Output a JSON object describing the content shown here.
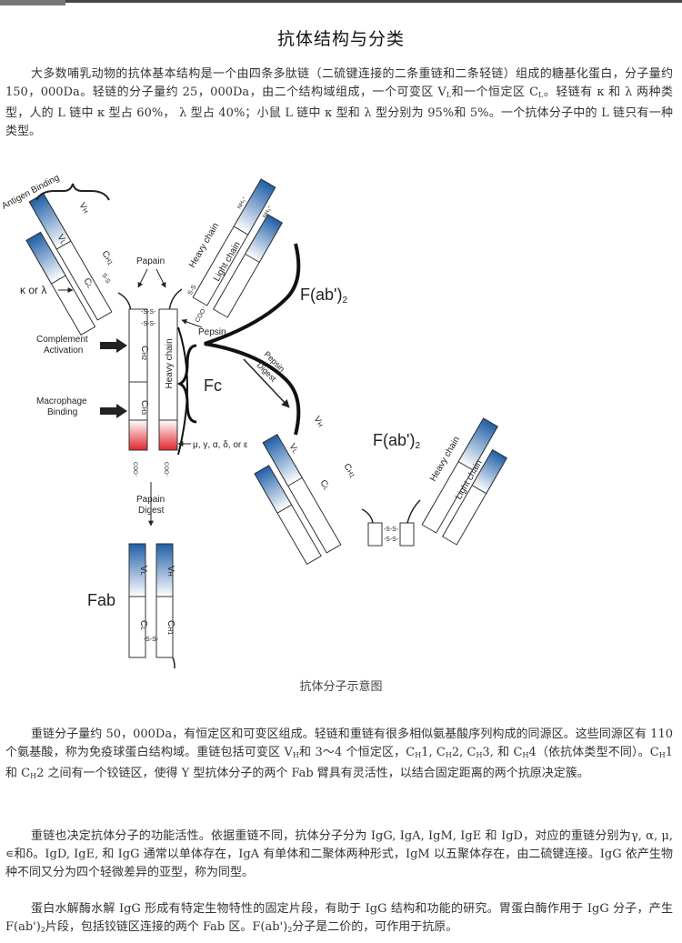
{
  "page": {
    "title": "抗体结构与分类",
    "p1": [
      "大多数哺乳动物的抗体基本结构是一个由四条多肽链（二硫键连接的二条重链和二条轻链）组成的糖基化蛋白，分子量约 150，000Da。轻链的分子量约 25，000Da，由二个结构域组成，一个可变区 V",
      "L",
      "和一个恒定区 C",
      "L",
      "。轻链有 κ 和 λ 两种类型，人的 L 链中 κ 型占 60%， λ 型占 40%；小鼠 L 链中 κ 型和 λ 型分别为 95%和 5%。一个抗体分子中的 L 链只有一种类型。"
    ],
    "caption": "抗体分子示意图",
    "p2": [
      "重链分子量约 50，000Da，有恒定区和可变区组成。轻链和重链有很多相似氨基酸序列构成的同源区。这些同源区有 110 个氨基酸，称为免疫球蛋白结构域。重链包括可变区 V",
      "H",
      "和 3～4 个恒定区，C",
      "H",
      "1, C",
      "H",
      "2, C",
      "H",
      "3, 和 C",
      "H",
      "4（依抗体类型不同）。C",
      "H",
      "1 和 C",
      "H",
      "2 之间有一个铰链区，使得 Y 型抗体分子的两个 Fab 臂具有灵活性，以结合固定距离的两个抗原决定簇。"
    ],
    "p3": "重链也决定抗体分子的功能活性。依据重链不同，抗体分子分为 IgG, IgA, IgM, IgE 和 IgD，对应的重链分别为γ, α, μ, ∊和δ。IgD, IgE, 和 IgG 通常以单体存在，IgA 有单体和二聚体两种形式，IgM 以五聚体存在，由二硫键连接。IgG 依产生物种不同又分为四个轻微差异的亚型，称为同型。",
    "p4": [
      "蛋白水解酶水解 IgG 形成有特定生物特性的固定片段，有助于 IgG 结构和功能的研究。胃蛋白酶作用于 IgG 分子，产生 F(ab')",
      "2",
      "片段，包括铰链区连接的两个 Fab 区。F(ab')",
      "2",
      "分子是二价的，可作用于抗原。"
    ]
  },
  "diagram": {
    "antigen_binding": "Antigen Binding",
    "vl": "V",
    "vl_sub": "L",
    "vh": "V",
    "vh_sub": "H",
    "cl": "C",
    "cl_sub": "L",
    "ch1": "C",
    "ch1_sub": "H1",
    "ch2": "C",
    "ch2_sub": "H2",
    "ch3": "C",
    "ch3_sub": "H3",
    "ss": "-S-S-",
    "ss_short": "S-S",
    "kappa_lambda": "κ or λ",
    "papain": "Papain",
    "pepsin": "Pepsin",
    "heavy_chain": "Heavy chain",
    "light_chain": "Light chain",
    "nh3": "NH₃⁺",
    "coo": "COO⁻",
    "fab2": "F(ab')",
    "fab2_sub": "2",
    "complement": [
      "Complement",
      "Activation"
    ],
    "macrophage": [
      "Macrophage",
      "Binding"
    ],
    "fc": "Fc",
    "classes": "μ, γ, α, δ, or ε",
    "pepsin_digest": [
      "Pepsin",
      "Digest"
    ],
    "papain_digest": [
      "Papain",
      "Digest"
    ],
    "fab": "Fab",
    "colors": {
      "variable": "#1f5fa8",
      "constant_end": "#e0262d",
      "outline": "#333333"
    }
  }
}
